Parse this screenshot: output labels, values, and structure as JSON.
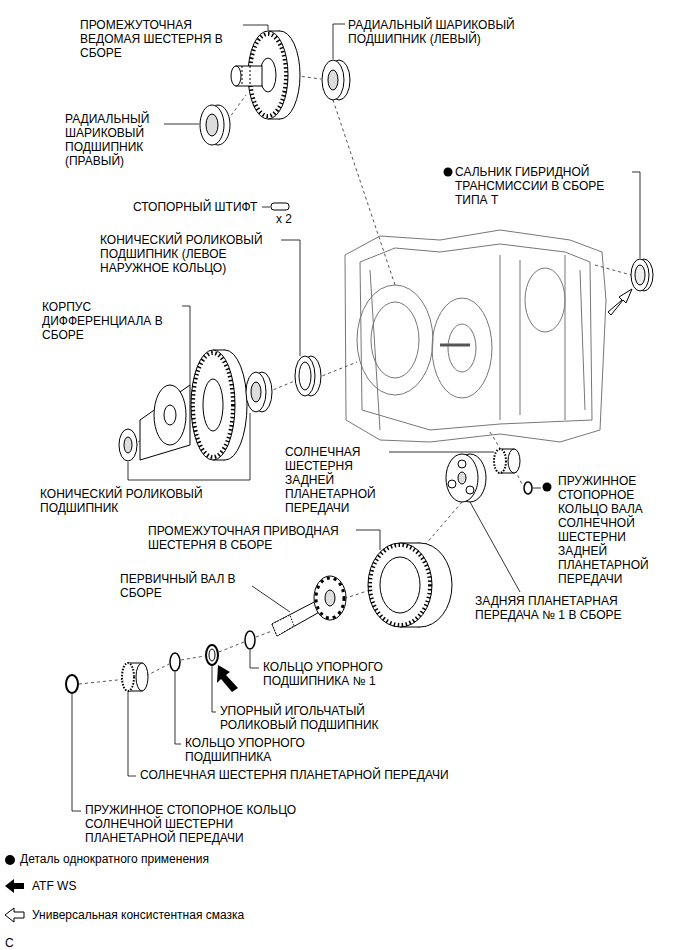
{
  "diagram": {
    "labels": [
      "ПРОМЕЖУТОЧНАЯ ВЕДОМАЯ ШЕСТЕРНЯ В СБОРЕ",
      "РАДИАЛЬНЫЙ ШАРИКОВЫЙ ПОДШИПНИК (ЛЕВЫЙ)",
      "РАДИАЛЬНЫЙ ШАРИКОВЫЙ ПОДШИПНИК (ПРАВЫЙ)",
      "САЛЬНИК ГИБРИДНОЙ ТРАНСМИССИИ В СБОРЕ ТИПА Т",
      "СТОПОРНЫЙ ШТИФТ",
      "x 2",
      "КОНИЧЕСКИЙ РОЛИКОВЫЙ ПОДШИПНИК (ЛЕВОЕ НАРУЖНОЕ КОЛЬЦО)",
      "КОРПУС ДИФФЕРЕНЦИАЛА В СБОРЕ",
      "КОНИЧЕСКИЙ РОЛИКОВЫЙ ПОДШИПНИК",
      "СОЛНЕЧНАЯ ШЕСТЕРНЯ ЗАДНЕЙ ПЛАНЕТАРНОЙ ПЕРЕДАЧИ",
      "ПРУЖИННОЕ СТОПОРНОЕ КОЛЬЦО ВАЛА СОЛНЕЧНОЙ ШЕСТЕРНИ ЗАДНЕЙ ПЛАНЕТАРНОЙ ПЕРЕДАЧИ",
      "ПРОМЕЖУТОЧНАЯ ПРИВОДНАЯ ШЕСТЕРНЯ В СБОРЕ",
      "ПЕРВИЧНЫЙ ВАЛ В СБОРЕ",
      "ЗАДНЯЯ ПЛАНЕТАРНАЯ ПЕРЕДАЧА № 1 В СБОРЕ",
      "КОЛЬЦО УПОРНОГО ПОДШИПНИКА № 1",
      "УПОРНЫЙ ИГОЛЬЧАТЫЙ РОЛИКОВЫЙ ПОДШИПНИК",
      "КОЛЬЦО УПОРНОГО ПОДШИПНИКА",
      "СОЛНЕЧНАЯ ШЕСТЕРНЯ ПЛАНЕТАРНОЙ ПЕРЕДАЧИ",
      "ПРУЖИННОЕ СТОПОРНОЕ КОЛЬЦО СОЛНЕЧНОЙ ШЕСТЕРНИ ПЛАНЕТАРНОЙ ПЕРЕДАЧИ",
      "C"
    ],
    "legend": [
      {
        "text": "Деталь однократного применения"
      },
      {
        "text": "ATF WS"
      },
      {
        "text": "Универсальная консистентная смазка"
      }
    ]
  }
}
